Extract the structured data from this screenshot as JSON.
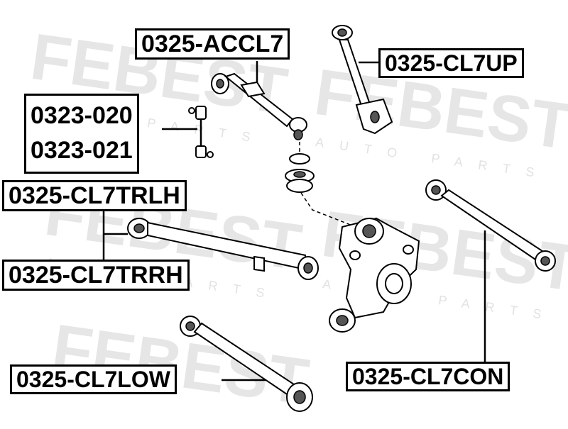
{
  "watermark": {
    "brand": "FEBEST",
    "subtitle": "AUTO PARTS"
  },
  "labels": {
    "accl7": "0325-ACCL7",
    "cl7up": "0325-CL7UP",
    "link_a": "0323-020",
    "link_b": "0323-021",
    "cl7trlh": "0325-CL7TRLH",
    "cl7trrh": "0325-CL7TRRH",
    "cl7low": "0325-CL7LOW",
    "cl7con": "0325-CL7CON"
  }
}
